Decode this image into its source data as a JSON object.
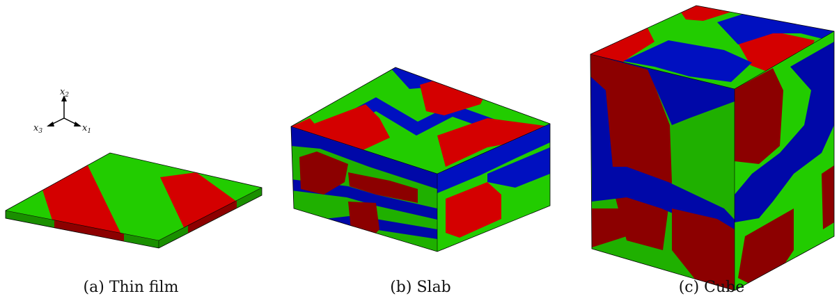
{
  "colors": {
    "red": "#d40000",
    "green": "#22cc00",
    "blue": "#0010c0",
    "dark_red": "#8c0000",
    "dark_green": "#1a8f00",
    "dark_blue": "#000a88",
    "mid_red": "#b00000",
    "mid_green": "#1fb000",
    "mid_blue": "#0008a8"
  },
  "axes": {
    "x1": {
      "base": "x",
      "sub": "1"
    },
    "x2": {
      "base": "x",
      "sub": "2"
    },
    "x3": {
      "base": "x",
      "sub": "3"
    }
  },
  "captions": {
    "thin_film": "(a)  Thin film",
    "slab": "(b)  Slab",
    "cube": "(c)  Cube"
  }
}
